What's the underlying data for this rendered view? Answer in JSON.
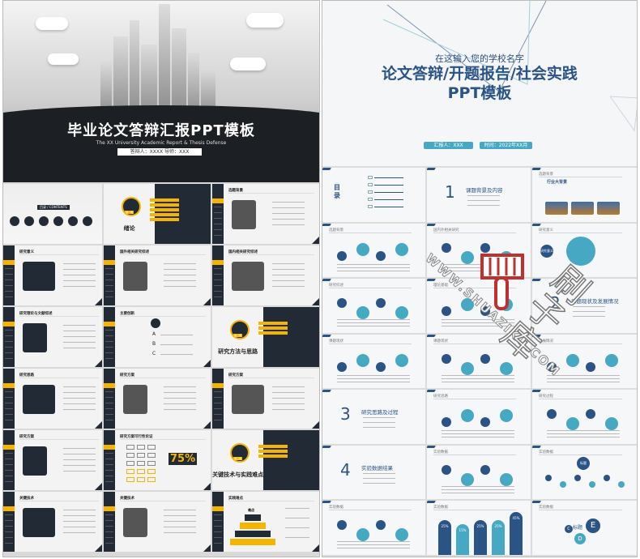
{
  "left_template": {
    "title": "毕业论文答辩汇报PPT模板",
    "subtitle": "The XX University Academic Report & Thesis Defense",
    "presenter": "答辩人：XXXX 导师：XXX",
    "colors": {
      "dark": "#222a35",
      "accent": "#f5b400"
    },
    "slides": [
      {
        "kind": "contents",
        "title": "目录 / CONTENTS"
      },
      {
        "kind": "section",
        "title": "绪论",
        "chapter": "第一章"
      },
      {
        "kind": "content",
        "title": "选题背景"
      },
      {
        "kind": "content",
        "title": "研究意义"
      },
      {
        "kind": "content",
        "title": "国外相关研究综述"
      },
      {
        "kind": "content",
        "title": "国内相关研究综述"
      },
      {
        "kind": "content",
        "title": "研究理论与文献综述"
      },
      {
        "kind": "content",
        "title": "主要创新",
        "labels": [
          "A",
          "B",
          "C"
        ]
      },
      {
        "kind": "section",
        "title": "研究方法与思路",
        "chapter": "第二章"
      },
      {
        "kind": "content",
        "title": "研究思路"
      },
      {
        "kind": "content",
        "title": "研究方案"
      },
      {
        "kind": "content",
        "title": "研究方案"
      },
      {
        "kind": "content",
        "title": "研究方案"
      },
      {
        "kind": "content",
        "title": "研究方案可行性论证",
        "stat": "75%"
      },
      {
        "kind": "section",
        "title": "关键技术与实践难点",
        "chapter": "第三章"
      },
      {
        "kind": "content",
        "title": "关键技术"
      },
      {
        "kind": "content",
        "title": "关键技术"
      },
      {
        "kind": "content",
        "title": "实践难点",
        "label": "难点"
      }
    ]
  },
  "right_template": {
    "school": "在这输入您的学校名字",
    "title": "论文答辩/开题报告/社会实践",
    "title2": "PPT模板",
    "presenter": "汇报人：XXX",
    "date": "时间：2022年XX月",
    "colors": {
      "primary": "#2a5386",
      "secondary": "#46a8c3"
    },
    "slides": [
      {
        "kind": "toc",
        "title": "目录"
      },
      {
        "kind": "section",
        "num": "1",
        "title": "课题背景及内容"
      },
      {
        "kind": "content",
        "title": "选题背景",
        "heading": "行业大背景"
      },
      {
        "kind": "content",
        "title": "选题背景"
      },
      {
        "kind": "content",
        "title": "国内外相关研究"
      },
      {
        "kind": "content",
        "title": "研究意义",
        "label": "研究意义"
      },
      {
        "kind": "content",
        "title": "研究综述"
      },
      {
        "kind": "content",
        "title": "理论基础"
      },
      {
        "kind": "section",
        "num": "2",
        "title": "课题现状及发展情况"
      },
      {
        "kind": "content",
        "title": "课题现状"
      },
      {
        "kind": "content",
        "title": "课题现状"
      },
      {
        "kind": "content",
        "title": "发展情况"
      },
      {
        "kind": "section",
        "num": "3",
        "title": "研究思路及过程"
      },
      {
        "kind": "content",
        "title": "研究思路"
      },
      {
        "kind": "content",
        "title": "研究过程"
      },
      {
        "kind": "section",
        "num": "4",
        "title": "实验数据结果"
      },
      {
        "kind": "content",
        "title": "实验数据"
      },
      {
        "kind": "content",
        "title": "实验数据",
        "label": "标题"
      },
      {
        "kind": "content",
        "title": "实验数据"
      },
      {
        "kind": "content",
        "title": "实验数据",
        "bars": [
          "25%",
          "15%",
          "25%",
          "25%",
          "45%"
        ]
      },
      {
        "kind": "content",
        "title": "实验数据",
        "label": "标题",
        "letters": [
          "E",
          "D",
          "C"
        ]
      }
    ]
  },
  "watermark": {
    "text_cn": "刷子库",
    "url": "WWW.SHUAZIKU.COM",
    "icon": "brush-icon",
    "color": "#c0302f"
  }
}
